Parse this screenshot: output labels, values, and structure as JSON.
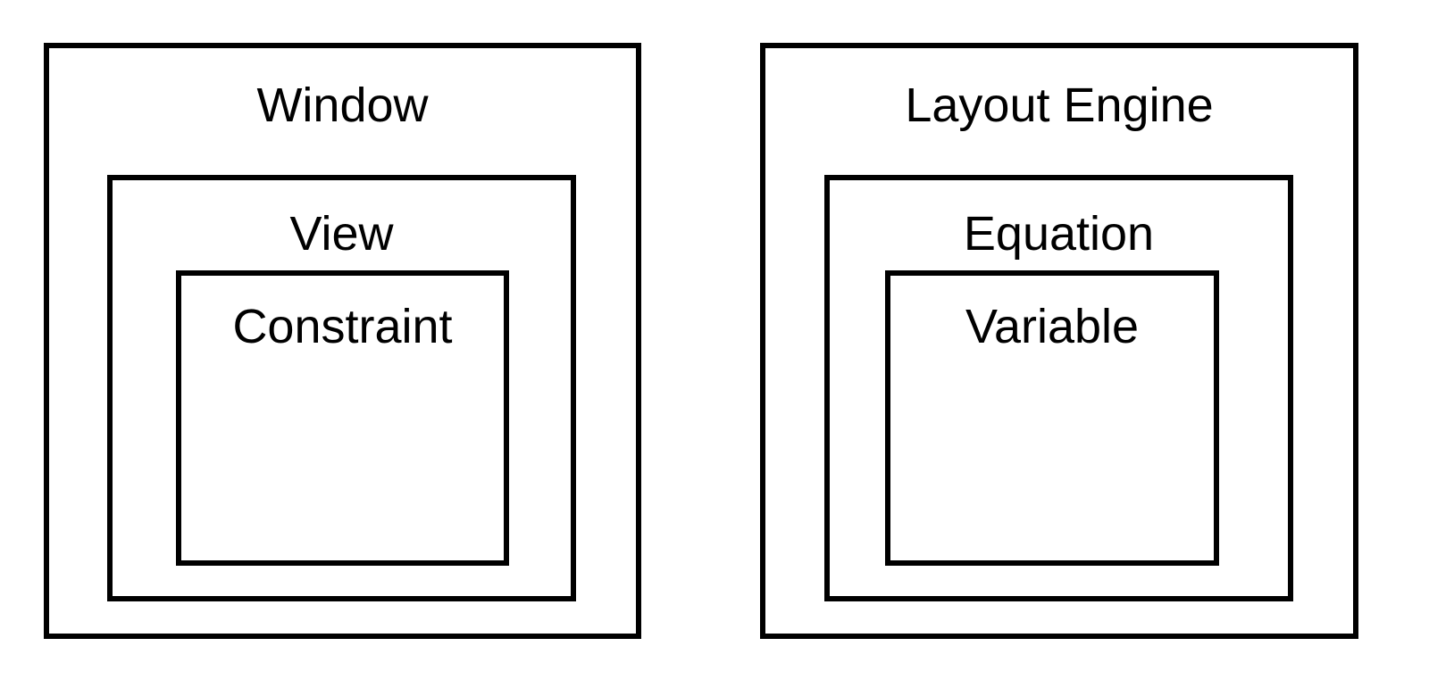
{
  "diagram": {
    "left": {
      "outer": {
        "label": "Window"
      },
      "middle": {
        "label": "View"
      },
      "inner": {
        "label": "Constraint"
      }
    },
    "right": {
      "outer": {
        "label": "Layout Engine"
      },
      "middle": {
        "label": "Equation"
      },
      "inner": {
        "label": "Variable"
      }
    }
  },
  "colors": {
    "stroke": "#000000",
    "background": "#ffffff",
    "text": "#000000"
  }
}
